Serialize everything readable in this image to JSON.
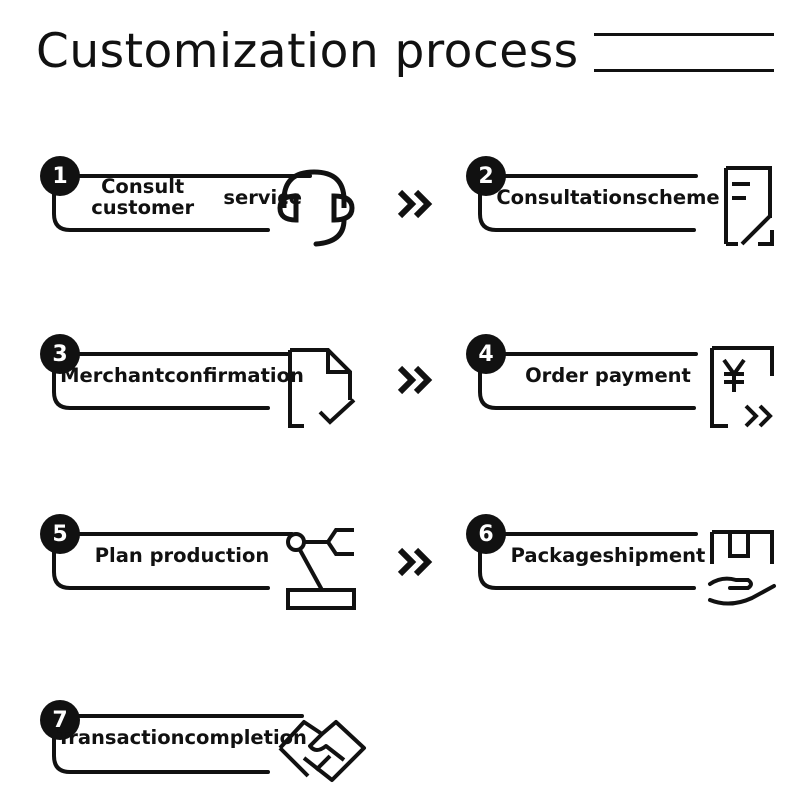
{
  "title": "Customization process",
  "steps": [
    {
      "number": "1",
      "label_lines": [
        "Consult customer",
        "service"
      ],
      "icon": "headset-icon"
    },
    {
      "number": "2",
      "label_lines": [
        "Consultation",
        "scheme"
      ],
      "icon": "edit-document-icon"
    },
    {
      "number": "3",
      "label_lines": [
        "Merchant",
        "confirmation"
      ],
      "icon": "document-check-icon"
    },
    {
      "number": "4",
      "label_lines": [
        "Order payment"
      ],
      "icon": "yuan-payment-icon"
    },
    {
      "number": "5",
      "label_lines": [
        "Plan production"
      ],
      "icon": "robotic-arm-icon"
    },
    {
      "number": "6",
      "label_lines": [
        "Package",
        "shipment"
      ],
      "icon": "package-hand-icon"
    },
    {
      "number": "7",
      "label_lines": [
        "Transaction",
        "completion"
      ],
      "icon": "handshake-icon"
    }
  ],
  "connector_icon": "double-chevron-right-icon",
  "colors": {
    "ink": "#111111",
    "background": "#ffffff",
    "badge_text": "#ffffff"
  }
}
